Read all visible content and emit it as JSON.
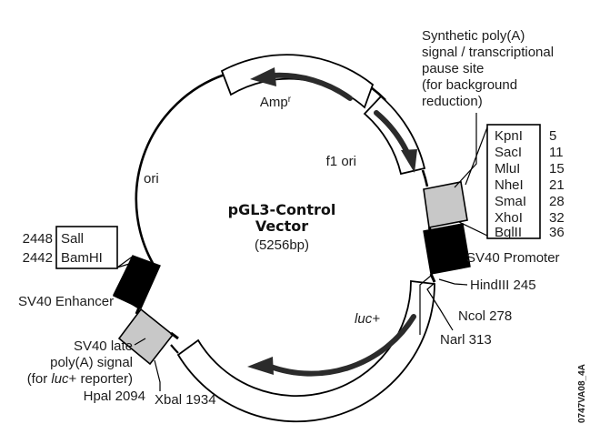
{
  "title": {
    "name": "pGL3-Control Vector",
    "line1": "pGL3-Control",
    "line2": "Vector",
    "size": "(5256bp)"
  },
  "features": {
    "amp": "Amp",
    "amp_superscript": "r",
    "f1_ori": "f1 ori",
    "ori": "ori",
    "luc": "luc+",
    "sv40_promoter": "SV40 Promoter",
    "sv40_enhancer": "SV40 Enhancer"
  },
  "annotations": {
    "synthetic_polya": [
      "Synthetic poly(A)",
      "signal / transcriptional",
      "pause site",
      "(for background",
      "reduction)"
    ],
    "sv40_late_polya": [
      "SV40 late",
      "poly(A) signal",
      "(for luc+ reporter)"
    ],
    "sv40_late_polya_italic_word": "luc",
    "hpal": "Hpal 2094",
    "xbal": "Xbal 1934",
    "hindiii": "HindIII 245",
    "ncol": "Ncol 278",
    "narl": "Narl 313"
  },
  "left_sites": {
    "positions": [
      "2448",
      "2442"
    ],
    "names": [
      "Sall",
      "BamHI"
    ]
  },
  "mcs_table": {
    "enzymes": [
      "KpnI",
      "SacI",
      "MluI",
      "NheI",
      "SmaI",
      "XhoI",
      "BglII"
    ],
    "positions": [
      "5",
      "11",
      "15",
      "21",
      "28",
      "32",
      "36"
    ]
  },
  "footer": {
    "code": "0747VA08_4A"
  },
  "colors": {
    "black_feature": "#000000",
    "gray_feature": "#c8c8c8",
    "outline": "#000000",
    "text": "#1c1c1c",
    "background": "#ffffff"
  }
}
